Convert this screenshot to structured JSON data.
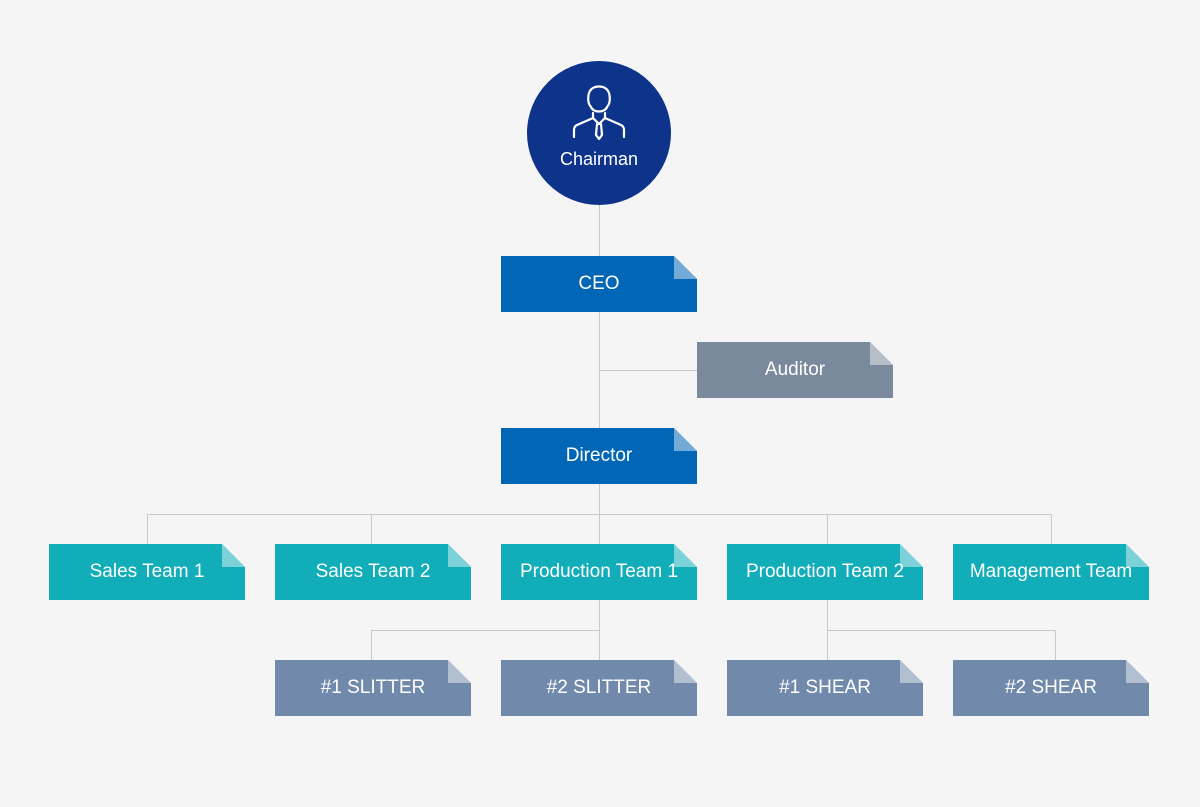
{
  "chairman": {
    "label": "Chairman",
    "icon": "businessman-icon"
  },
  "ceo": {
    "label": "CEO"
  },
  "auditor": {
    "label": "Auditor"
  },
  "director": {
    "label": "Director"
  },
  "teams": [
    {
      "label": "Sales Team 1"
    },
    {
      "label": "Sales Team 2"
    },
    {
      "label": "Production Team 1"
    },
    {
      "label": "Production Team 2"
    },
    {
      "label": "Management Team"
    }
  ],
  "units": [
    {
      "label": "#1 SLITTER"
    },
    {
      "label": "#2 SLITTER"
    },
    {
      "label": "#1 SHEAR"
    },
    {
      "label": "#2 SHEAR"
    }
  ],
  "colors": {
    "background": "#f5f5f5",
    "chairman": "#0d338a",
    "executive": "#0166b5",
    "auditor": "#7a8a9c",
    "team": "#11adb8",
    "unit": "#718aab",
    "connector": "#c8c8c8"
  }
}
